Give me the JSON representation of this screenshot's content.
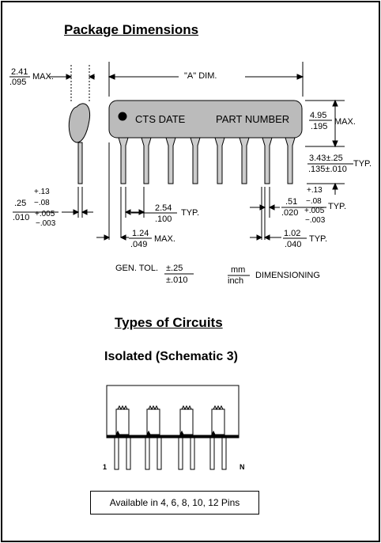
{
  "titles": {
    "package": "Package Dimensions",
    "types": "Types of Circuits",
    "isolated": "Isolated (Schematic 3)"
  },
  "body_label": {
    "cts_date": "CTS DATE",
    "part_number": "PART NUMBER"
  },
  "dims": {
    "width_mm": "2.41",
    "width_in": ".095",
    "width_suffix": "MAX.",
    "a_dim": "\"A\" DIM.",
    "height_mm": "4.95",
    "height_in": ".195",
    "height_suffix": "MAX.",
    "standoff_mm": "3.43±.25",
    "standoff_in": ".135±.010",
    "standoff_suffix": "TYP.",
    "lead_thk_mm": ".25",
    "lead_thk_mm_tol_plus": "+.13",
    "lead_thk_mm_tol_minus": "−.08",
    "lead_thk_in": ".010",
    "lead_thk_in_tol_plus": "+.005",
    "lead_thk_in_tol_minus": "−.003",
    "pitch_mm": "2.54",
    "pitch_in": ".100",
    "pitch_suffix": "TYP.",
    "lead_w_mm": ".51",
    "lead_w_mm_tol_plus": "+.13",
    "lead_w_mm_tol_minus": "−.08",
    "lead_w_in": ".020",
    "lead_w_in_tol_plus": "+.005",
    "lead_w_in_tol_minus": "−.003",
    "lead_w_suffix": "TYP.",
    "end_mm": "1.24",
    "end_in": ".049",
    "end_suffix": "MAX.",
    "shoulder_mm": "1.02",
    "shoulder_in": ".040",
    "shoulder_suffix": "TYP."
  },
  "tolerance": {
    "label": "GEN. TOL.",
    "mm": "±.25",
    "in": "±.010"
  },
  "units": {
    "mm": "mm",
    "inch": "inch",
    "label": "DIMENSIONING"
  },
  "schematic": {
    "pin_first": "1",
    "pin_last": "N"
  },
  "availability": "Available in 4, 6, 8, 10, 12 Pins"
}
